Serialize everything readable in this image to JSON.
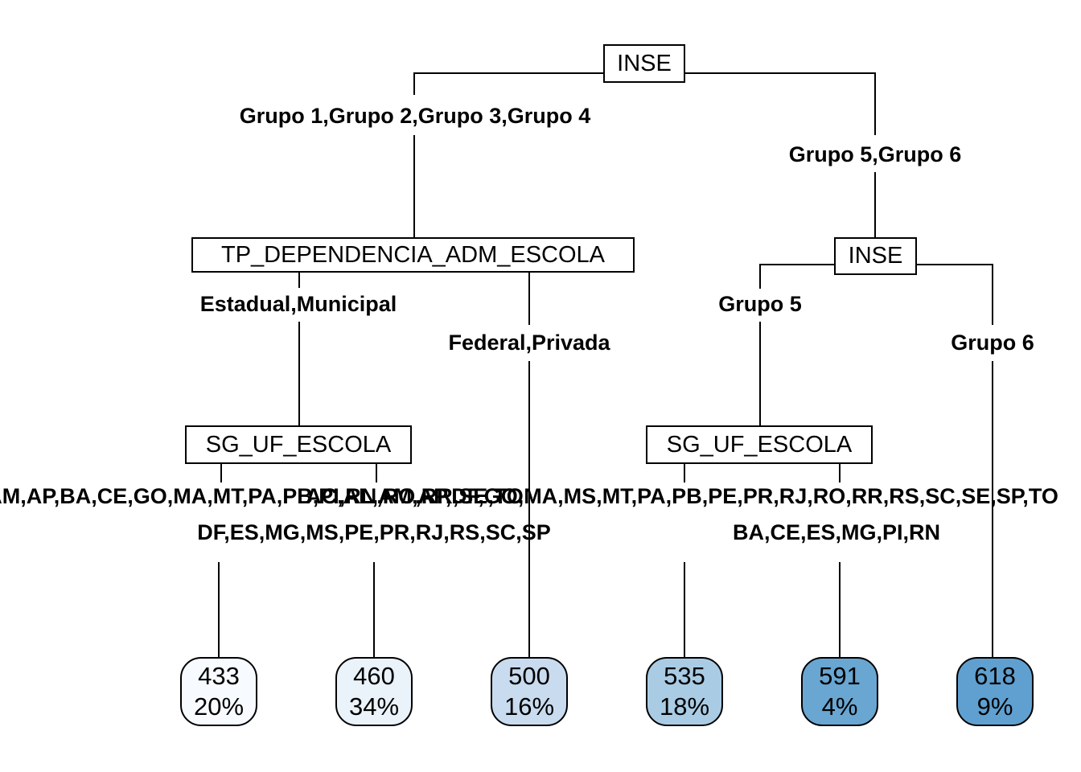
{
  "diagram": {
    "type": "decision-tree",
    "nodes": {
      "root": {
        "label": "INSE"
      },
      "tp": {
        "label": "TP_DEPENDENCIA_ADM_ESCOLA"
      },
      "inse2": {
        "label": "INSE"
      },
      "sg_left": {
        "label": "SG_UF_ESCOLA"
      },
      "sg_right": {
        "label": "SG_UF_ESCOLA"
      }
    },
    "edges": {
      "root_left": "Grupo 1,Grupo 2,Grupo 3,Grupo 4",
      "root_right": "Grupo 5,Grupo 6",
      "tp_left": "Estadual,Municipal",
      "tp_right": "Federal,Privada",
      "inse2_left": "Grupo 5",
      "inse2_right": "Grupo 6",
      "sg_left_left": "AC,AL,AM,AP,BA,CE,GO,MA,MT,PA,PB,PI,RN,RO,RR,SE,TO",
      "sg_left_right": "DF,ES,MG,MS,PE,PR,RJ,RS,SC,SP",
      "sg_right_left": "AC,AL,AM,AP,DF,GO,MA,MS,MT,PA,PB,PE,PR,RJ,RO,RR,RS,SC,SE,SP,TO",
      "sg_right_right": "BA,CE,ES,MG,PI,RN"
    },
    "leaves": [
      {
        "value": "433",
        "percent": "20%",
        "fill": "#f7fbff"
      },
      {
        "value": "460",
        "percent": "34%",
        "fill": "#eaf2fa"
      },
      {
        "value": "500",
        "percent": "16%",
        "fill": "#c9dbee"
      },
      {
        "value": "535",
        "percent": "18%",
        "fill": "#a9cce4"
      },
      {
        "value": "591",
        "percent": "4%",
        "fill": "#69a6d2"
      },
      {
        "value": "618",
        "percent": "9%",
        "fill": "#5fa0d0"
      }
    ],
    "line_color": "#000000",
    "node_fill": "#ffffff"
  }
}
